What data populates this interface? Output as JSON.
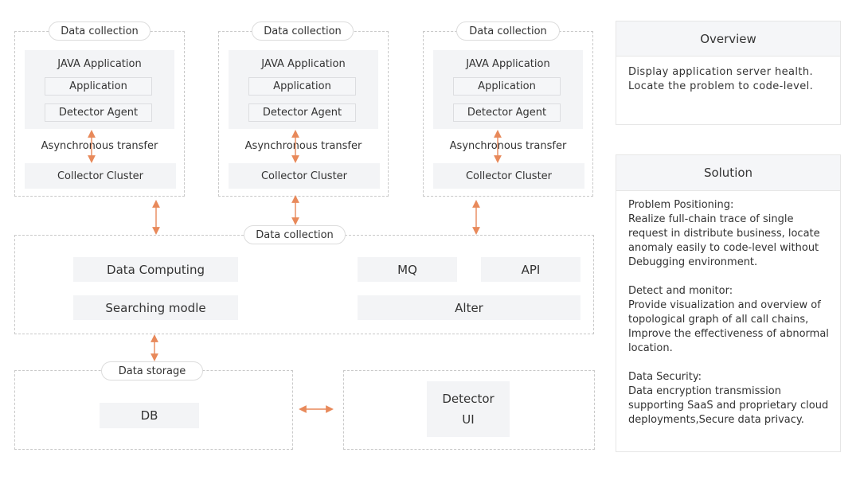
{
  "collection_columns": [
    {
      "pill": "Data collection",
      "java_app": "JAVA Application",
      "application": "Application",
      "agent": "Detector Agent",
      "transfer": "Asynchronous transfer",
      "collector": "Collector Cluster"
    },
    {
      "pill": "Data collection",
      "java_app": "JAVA Application",
      "application": "Application",
      "agent": "Detector Agent",
      "transfer": "Asynchronous transfer",
      "collector": "Collector Cluster"
    },
    {
      "pill": "Data collection",
      "java_app": "JAVA Application",
      "application": "Application",
      "agent": "Detector Agent",
      "transfer": "Asynchronous transfer",
      "collector": "Collector Cluster"
    }
  ],
  "processing": {
    "pill": "Data collection",
    "data_computing": "Data Computing",
    "mq": "MQ",
    "api": "API",
    "searching": "Searching modle",
    "alter": "Alter"
  },
  "storage": {
    "pill": "Data storage",
    "db": "DB"
  },
  "ui_box": {
    "line1": "Detector",
    "line2": "UI"
  },
  "overview": {
    "title": "Overview",
    "lines": [
      "Display application server health.",
      "Locate the problem to code-level."
    ]
  },
  "solution": {
    "title": "Solution",
    "sections": [
      {
        "title": "Problem Positioning:",
        "text": "Realize full-chain trace of single request in distribute business, locate anomaly easily to code-level without Debugging environment."
      },
      {
        "title": "Detect and monitor:",
        "text": "Provide visualization and overview of topological graph of all call chains, Improve the effectiveness of abnormal  location."
      },
      {
        "title": "Data Security:",
        "text": "Data encryption transmission supporting SaaS and proprietary cloud deployments,Secure data privacy."
      }
    ]
  },
  "colors": {
    "arrow": "#e8895a",
    "dashed_border": "#c9c9c9",
    "box_fill": "#f3f4f6"
  }
}
